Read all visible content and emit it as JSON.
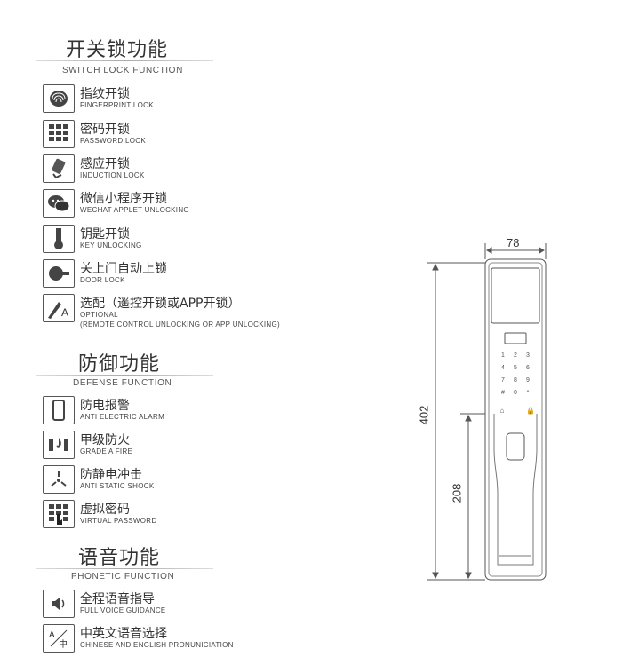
{
  "switch_lock": {
    "title": "开关锁功能",
    "subtitle": "SWITCH LOCK FUNCTION",
    "items": [
      {
        "cn": "指纹开锁",
        "en": "FINGERPRINT LOCK",
        "icon": "fingerprint-icon"
      },
      {
        "cn": "密码开锁",
        "en": "PASSWORD LOCK",
        "icon": "keypad-icon"
      },
      {
        "cn": "感应开锁",
        "en": "INDUCTION LOCK",
        "icon": "card-icon"
      },
      {
        "cn": "微信小程序开锁",
        "en": "WECHAT APPLET UNLOCKING",
        "icon": "wechat-icon"
      },
      {
        "cn": "钥匙开锁",
        "en": "KEY UNLOCKING",
        "icon": "key-icon"
      },
      {
        "cn": "关上门自动上锁",
        "en": "DOOR LOCK",
        "icon": "door-lock-icon"
      },
      {
        "cn": "选配（遥控开锁或APP开锁）",
        "en": "OPTIONAL",
        "en2": "(REMOTE CONTROL UNLOCKING OR APP UNLOCKING)",
        "icon": "remote-app-icon"
      }
    ]
  },
  "defense": {
    "title": "防御功能",
    "subtitle": "DEFENSE FUNCTION",
    "items": [
      {
        "cn": "防电报警",
        "en": "ANTI ELECTRIC ALARM",
        "icon": "phone-alarm-icon"
      },
      {
        "cn": "甲级防火",
        "en": "GRADE A FIRE",
        "icon": "fire-icon"
      },
      {
        "cn": "防静电冲击",
        "en": "ANTI STATIC SHOCK",
        "icon": "static-shock-icon"
      },
      {
        "cn": "虚拟密码",
        "en": "VIRTUAL PASSWORD",
        "icon": "virtual-keypad-icon"
      }
    ]
  },
  "phonetic": {
    "title": "语音功能",
    "subtitle": "PHONETIC FUNCTION",
    "items": [
      {
        "cn": "全程语音指导",
        "en": "FULL VOICE GUIDANCE",
        "icon": "speaker-icon"
      },
      {
        "cn": "中英文语音选择",
        "en": "CHINESE AND ENGLISH PRONUNICIATION",
        "icon": "language-icon"
      }
    ]
  },
  "drawing": {
    "width_label": "78",
    "height_label": "402",
    "handle_height_label": "208",
    "keypad_keys": [
      "1",
      "2",
      "3",
      "4",
      "5",
      "6",
      "7",
      "8",
      "9",
      "#",
      "0",
      "*"
    ]
  }
}
